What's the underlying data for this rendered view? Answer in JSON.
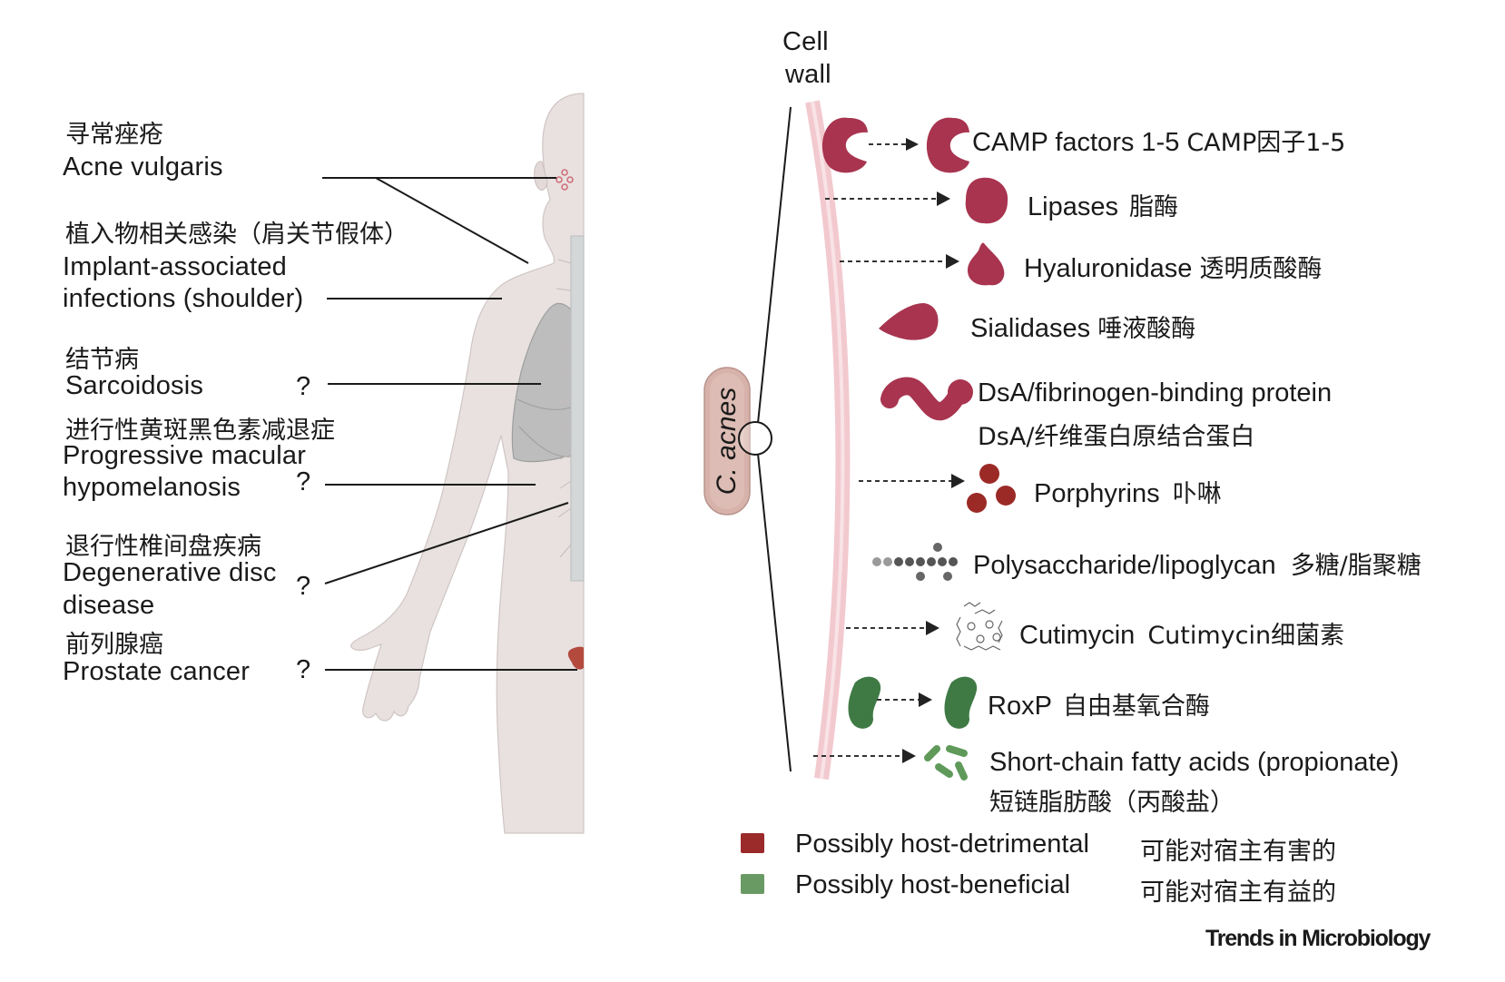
{
  "left_panel": {
    "conditions": [
      {
        "zh": "寻常痤疮",
        "en_lines": [
          "Acne vulgaris"
        ],
        "uncertain": false,
        "marker": ""
      },
      {
        "zh": "植入物相关感染（肩关节假体）",
        "en_lines": [
          "Implant-associated",
          "infections (shoulder)"
        ],
        "uncertain": false,
        "marker": ""
      },
      {
        "zh": "结节病",
        "en_lines": [
          "Sarcoidosis"
        ],
        "uncertain": true,
        "marker": "?"
      },
      {
        "zh": "进行性黄斑黑色素减退症",
        "en_lines": [
          "Progressive macular",
          "hypomelanosis"
        ],
        "uncertain": true,
        "marker": "?"
      },
      {
        "zh": "退行性椎间盘疾病",
        "en_lines": [
          "Degenerative disc",
          "disease"
        ],
        "uncertain": true,
        "marker": "?"
      },
      {
        "zh": "前列腺癌",
        "en_lines": [
          "Prostate cancer"
        ],
        "uncertain": true,
        "marker": "?"
      }
    ]
  },
  "right_panel": {
    "cell_wall_label": [
      "Cell",
      "wall"
    ],
    "organism_label": "C. acnes",
    "factors": [
      {
        "en": "CAMP factors 1-5",
        "zh": "CAMP因子1-5",
        "icon": "camp-factor-protein-icon",
        "category": "detrimental",
        "surface_bound": true
      },
      {
        "en": "Lipases",
        "zh": "脂酶",
        "icon": "lipase-protein-icon",
        "category": "detrimental",
        "surface_bound": false
      },
      {
        "en": "Hyaluronidase",
        "zh": "透明质酸酶",
        "icon": "hyaluronidase-protein-icon",
        "category": "detrimental",
        "surface_bound": false
      },
      {
        "en": "Sialidases",
        "zh": "唾液酸酶",
        "icon": "sialidase-protein-icon",
        "category": "detrimental",
        "surface_bound": true
      },
      {
        "en": "DsA/fibrinogen-binding protein",
        "zh": "DsA/纤维蛋白原结合蛋白",
        "icon": "dsa-protein-icon",
        "category": "detrimental",
        "surface_bound": true
      },
      {
        "en": "Porphyrins",
        "zh": "卟啉",
        "icon": "porphyrin-molecules-icon",
        "category": "detrimental",
        "surface_bound": false
      },
      {
        "en": "Polysaccharide/lipoglycan",
        "zh": "多糖/脂聚糖",
        "icon": "polysaccharide-chain-icon",
        "category": "neutral",
        "surface_bound": true
      },
      {
        "en": "Cutimycin",
        "zh": "Cutimycin细菌素",
        "icon": "cutimycin-molecule-icon",
        "category": "neutral",
        "surface_bound": false
      },
      {
        "en": "RoxP",
        "zh": "自由基氧合酶",
        "icon": "roxp-protein-icon",
        "category": "beneficial",
        "surface_bound": true
      },
      {
        "en": "Short-chain fatty acids (propionate)",
        "zh": "短链脂肪酸（丙酸盐）",
        "icon": "short-chain-fatty-acid-icon",
        "category": "beneficial",
        "surface_bound": false
      }
    ],
    "legend": [
      {
        "en": "Possibly host-detrimental",
        "zh": "可能对宿主有害的",
        "color": "#9b2a2a"
      },
      {
        "en": "Possibly host-beneficial",
        "zh": "可能对宿主有益的",
        "color": "#6a9a64"
      }
    ]
  },
  "colors": {
    "detrimental_protein": "#a8344f",
    "porphyrin": "#9b2a26",
    "beneficial": "#3f7a45",
    "beneficial_light": "#5f9a5a",
    "skin": "#e8e0df",
    "cell_wall": "#f2c9cf",
    "bacterium": "#d7b2aa"
  },
  "footer": {
    "brand": "Trends in Microbiology"
  }
}
